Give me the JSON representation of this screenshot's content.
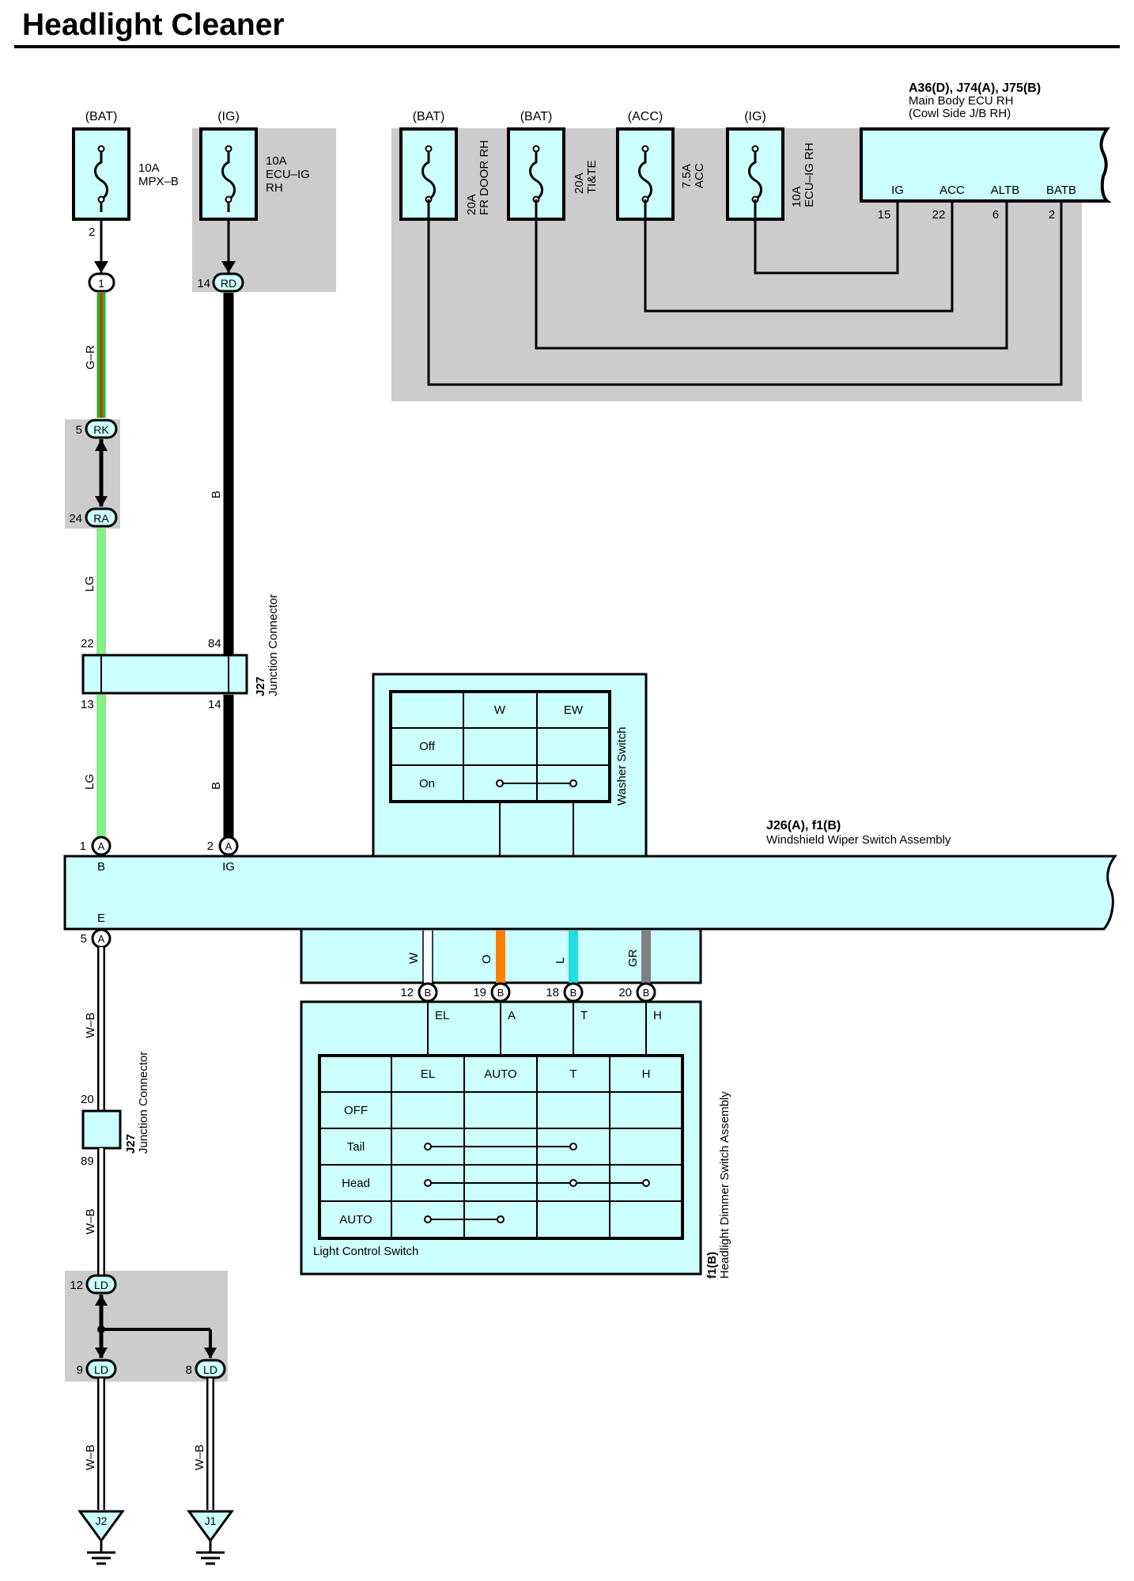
{
  "page": {
    "title": "Headlight Cleaner"
  },
  "colors": {
    "panel_fill": "#ccffff",
    "shade": "#cccccc",
    "wire_black": "#000000",
    "wire_green": "#22bb22",
    "wire_red": "#dd2222",
    "wire_lightgreen": "#88ee88",
    "wire_orange": "#ff7f00",
    "wire_lightblue": "#22dddd",
    "wire_gray": "#808080"
  },
  "fuses": [
    {
      "source": "(BAT)",
      "rating": "10A",
      "name1": "MPX–B",
      "name2": "",
      "pin": "2",
      "vertical_label": false
    },
    {
      "source": "(IG)",
      "rating": "10A",
      "name1": "ECU–IG",
      "name2": "RH",
      "pin": "",
      "vertical_label": false
    },
    {
      "source": "(BAT)",
      "rating": "20A",
      "name1": "FR DOOR RH",
      "name2": "",
      "pin": "",
      "vertical_label": true
    },
    {
      "source": "(BAT)",
      "rating": "20A",
      "name1": "TI&TE",
      "name2": "",
      "pin": "",
      "vertical_label": true
    },
    {
      "source": "(ACC)",
      "rating": "7.5A",
      "name1": "ACC",
      "name2": "",
      "pin": "",
      "vertical_label": true
    },
    {
      "source": "(IG)",
      "rating": "10A",
      "name1": "ECU–IG RH",
      "name2": "",
      "pin": "",
      "vertical_label": true
    }
  ],
  "main_body_ecu": {
    "id": "A36(D), J74(A), J75(B)",
    "name_line1": "Main Body ECU RH",
    "name_line2": "(Cowl Side J/B RH)",
    "terminals": [
      {
        "name": "IG",
        "pin": "15"
      },
      {
        "name": "ACC",
        "pin": "22"
      },
      {
        "name": "ALTB",
        "pin": "6"
      },
      {
        "name": "BATB",
        "pin": "2"
      }
    ]
  },
  "connectors": {
    "c1": {
      "pin": "",
      "code": "1"
    },
    "rd": {
      "pin": "14",
      "code": "RD"
    },
    "rk": {
      "pin": "5",
      "code": "RK"
    },
    "ra": {
      "pin": "24",
      "code": "RA"
    },
    "a1": {
      "pin": "1",
      "code": "A"
    },
    "a2": {
      "pin": "2",
      "code": "A"
    },
    "a5": {
      "pin": "5",
      "code": "A"
    },
    "b12": {
      "pin": "12",
      "code": "B"
    },
    "b19": {
      "pin": "19",
      "code": "B"
    },
    "b18": {
      "pin": "18",
      "code": "B"
    },
    "b20": {
      "pin": "20",
      "code": "B"
    },
    "ld12": {
      "pin": "12",
      "code": "LD"
    },
    "ld9": {
      "pin": "9",
      "code": "LD"
    },
    "ld8": {
      "pin": "8",
      "code": "LD"
    }
  },
  "wires": {
    "gr": "G–R",
    "b1": "B",
    "lg1": "LG",
    "lg2": "LG",
    "b2": "B",
    "wb1": "W–B",
    "wb2": "W–B",
    "wb3": "W–B",
    "wb4": "W–B",
    "w": "W",
    "o": "O",
    "l": "L",
    "gr2": "GR"
  },
  "junction_top": {
    "id": "J27",
    "name": "Junction Connector",
    "pin_in_left": "22",
    "pin_in_right": "84",
    "pin_out_left": "13",
    "pin_out_right": "14"
  },
  "junction_bottom": {
    "id": "J27",
    "name": "Junction Connector",
    "pin_in": "20",
    "pin_out": "89"
  },
  "wiper_switch": {
    "id": "J26(A), f1(B)",
    "name": "Windshield Wiper Switch Assembly",
    "term_b": "B",
    "term_ig": "IG",
    "term_e": "E"
  },
  "washer_switch": {
    "label": "Washer Switch",
    "columns": [
      "W",
      "EW"
    ],
    "rows": [
      "Off",
      "On"
    ]
  },
  "dimmer_switch": {
    "id": "f1(B)",
    "name": "Headlight Dimmer Switch Assembly",
    "label": "Light Control Switch",
    "terminals": [
      "EL",
      "A",
      "T",
      "H"
    ],
    "columns": [
      "EL",
      "AUTO",
      "T",
      "H"
    ],
    "rows": [
      "OFF",
      "Tail",
      "Head",
      "AUTO"
    ]
  },
  "grounds": [
    "J2",
    "J1"
  ]
}
